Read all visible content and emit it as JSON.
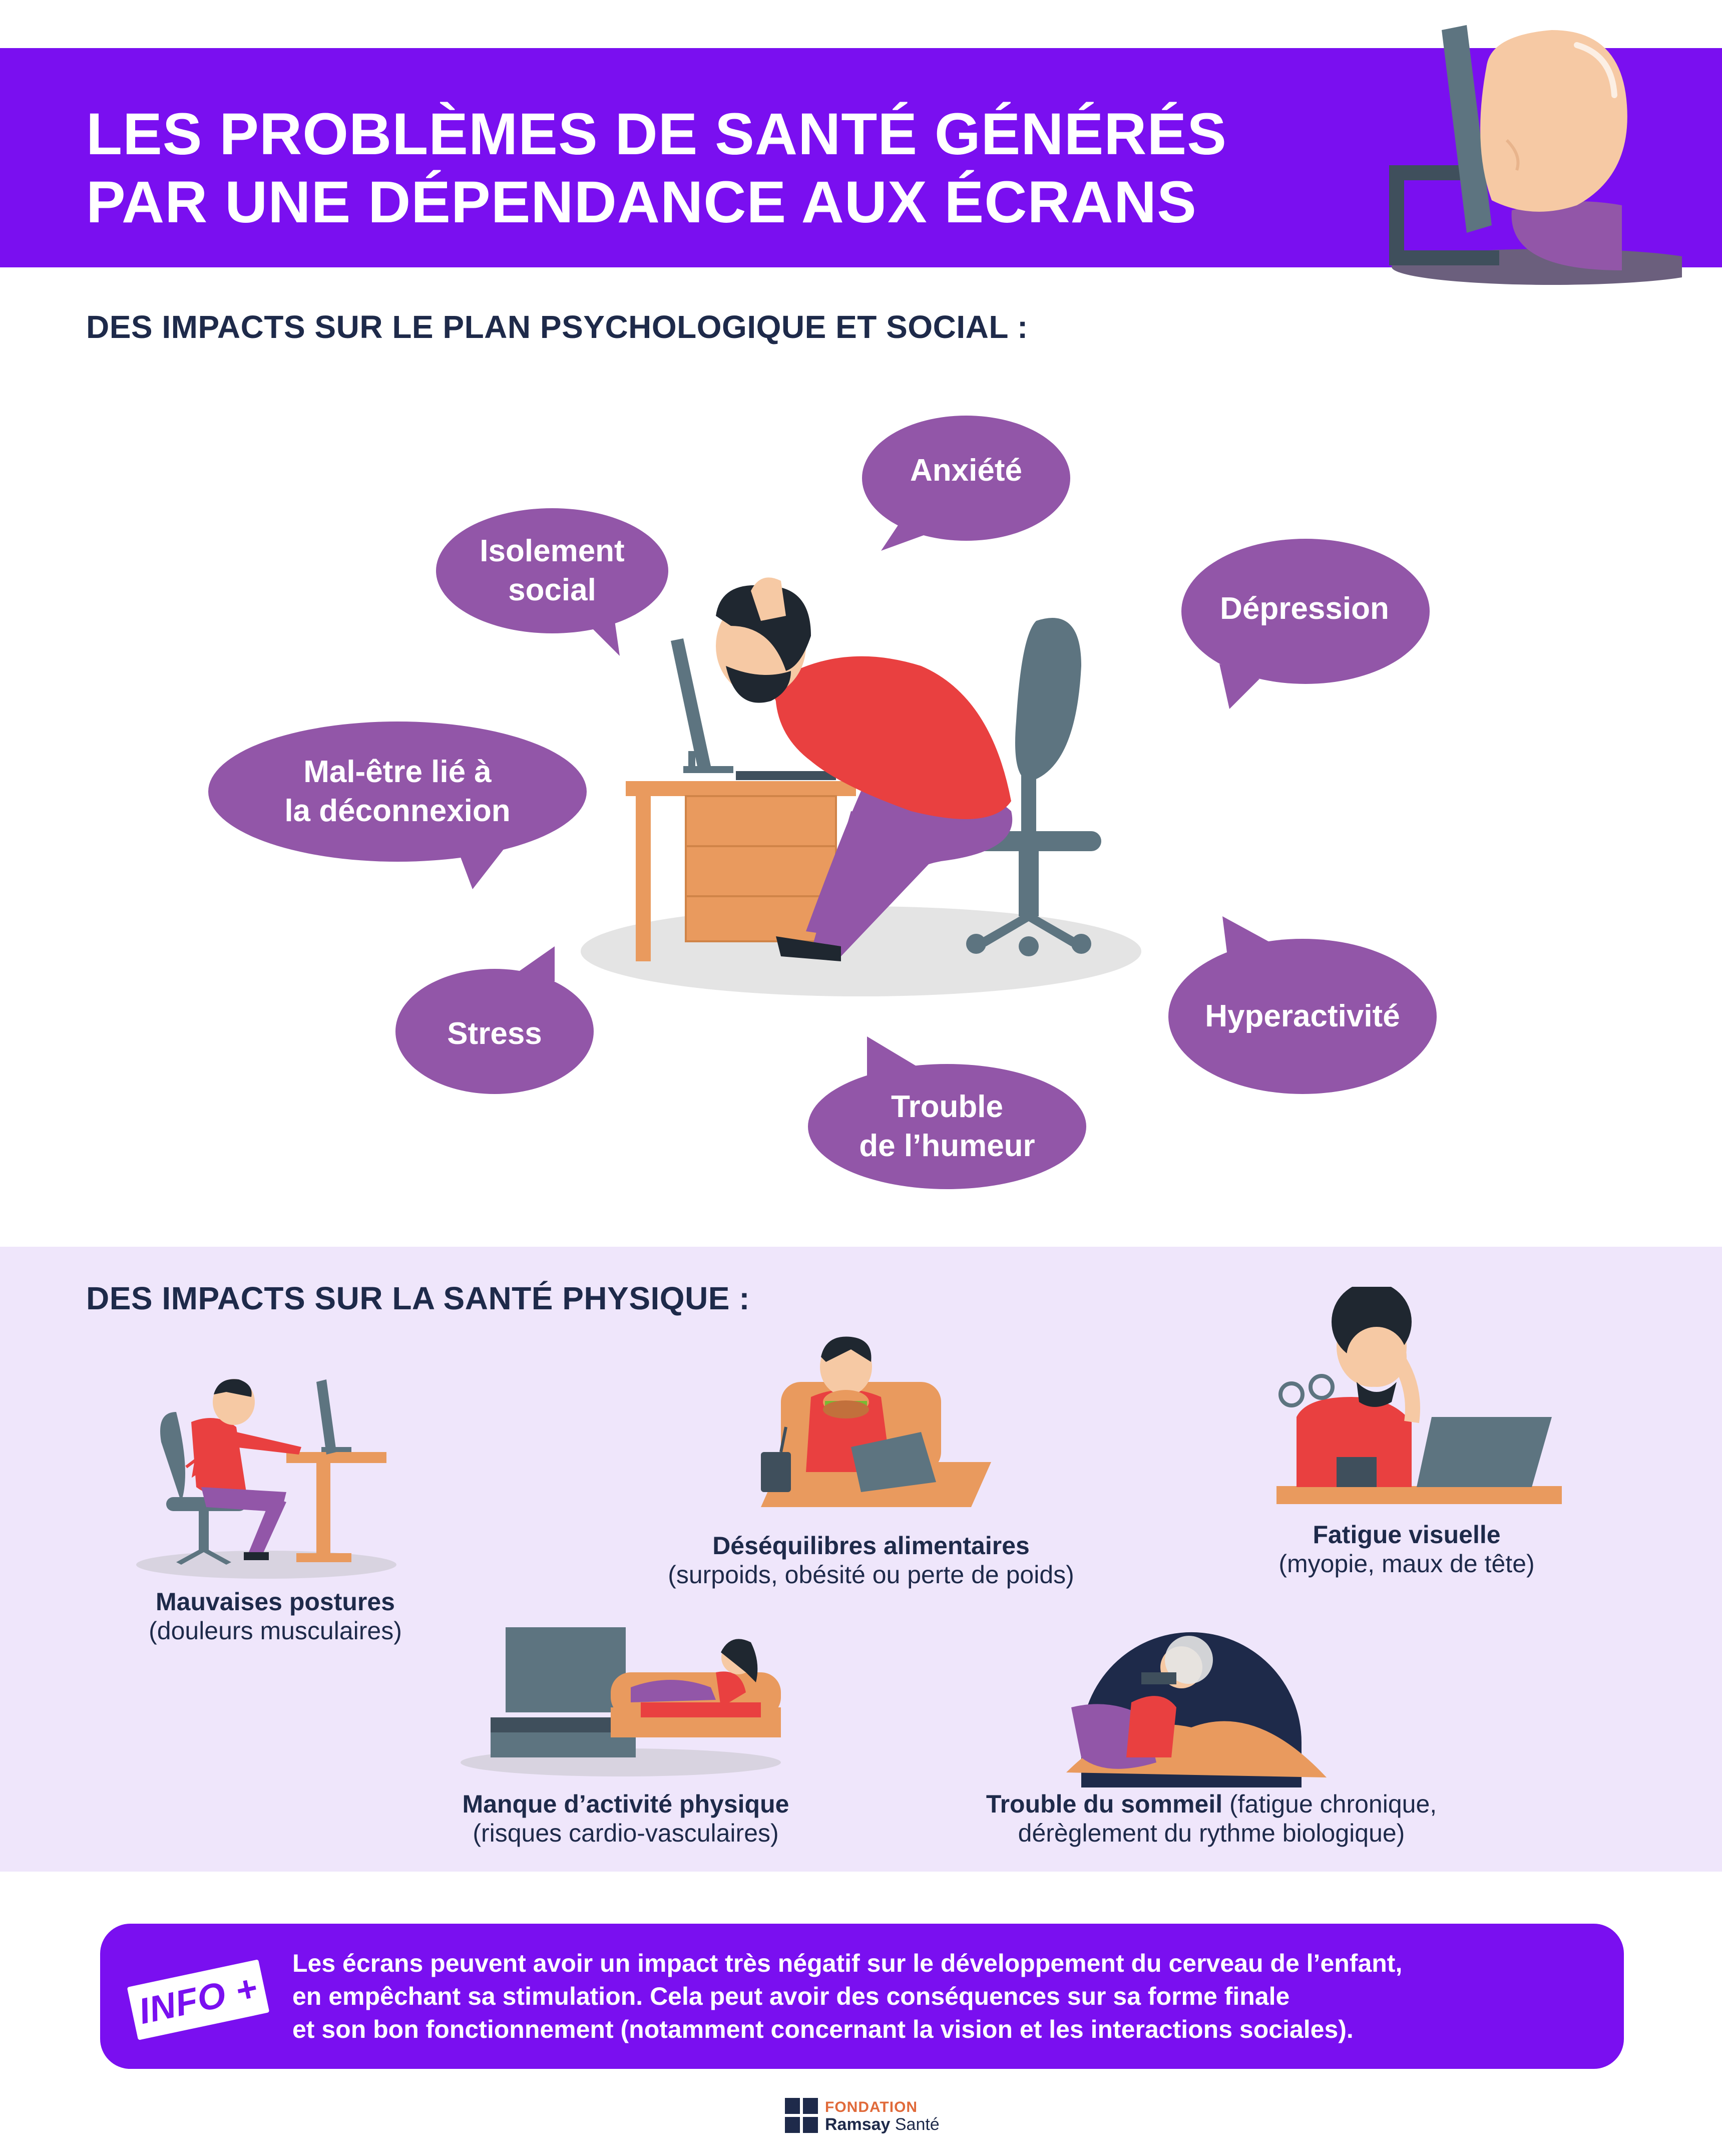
{
  "header": {
    "title_line1": "LES PROBLÈMES DE SANTÉ GÉNÉRÉS",
    "title_line2": "PAR UNE DÉPENDANCE AUX ÉCRANS"
  },
  "colors": {
    "brand_purple": "#7a0ff0",
    "bubble_purple": "#9256a8",
    "physical_band": "#efe6fb",
    "text_dark": "#1e2a4a",
    "accent_red": "#e94040",
    "accent_orange": "#e99a5e"
  },
  "psych_section": {
    "title": "DES IMPACTS SUR LE PLAN PSYCHOLOGIQUE ET SOCIAL :",
    "bubbles": [
      {
        "label": "Isolement\nsocial"
      },
      {
        "label": "Anxiété"
      },
      {
        "label": "Dépression"
      },
      {
        "label": "Mal-être lié à\nla déconnexion"
      },
      {
        "label": "Stress"
      },
      {
        "label": "Hyperactivité"
      },
      {
        "label": "Trouble\nde l’humeur"
      }
    ]
  },
  "physical_section": {
    "title": "DES IMPACTS SUR LA SANTÉ PHYSIQUE :",
    "items": [
      {
        "main": "Mauvaises postures",
        "sub": "(douleurs musculaires)"
      },
      {
        "main": "Déséquilibres alimentaires",
        "sub": "(surpoids, obésité ou perte de poids)"
      },
      {
        "main": "Fatigue visuelle",
        "sub": "(myopie, maux de tête)"
      },
      {
        "main": "Manque d’activité physique",
        "sub": "(risques cardio-vasculaires)"
      },
      {
        "main": "Trouble du sommeil",
        "sub_inline": " (fatigue chronique,",
        "sub": "dérèglement du rythme biologique)"
      }
    ]
  },
  "info": {
    "badge": "INFO +",
    "line1": "Les écrans peuvent avoir un impact très négatif sur le développement du cerveau de l’enfant,",
    "line2": "en empêchant sa stimulation. Cela peut avoir des conséquences sur sa forme finale",
    "line3": "et son bon fonctionnement (notamment concernant la vision et les interactions sociales)."
  },
  "footer": {
    "logo_line1": "FONDATION",
    "logo_line2_bold": "Ramsay",
    "logo_line2_rest": " Santé"
  }
}
